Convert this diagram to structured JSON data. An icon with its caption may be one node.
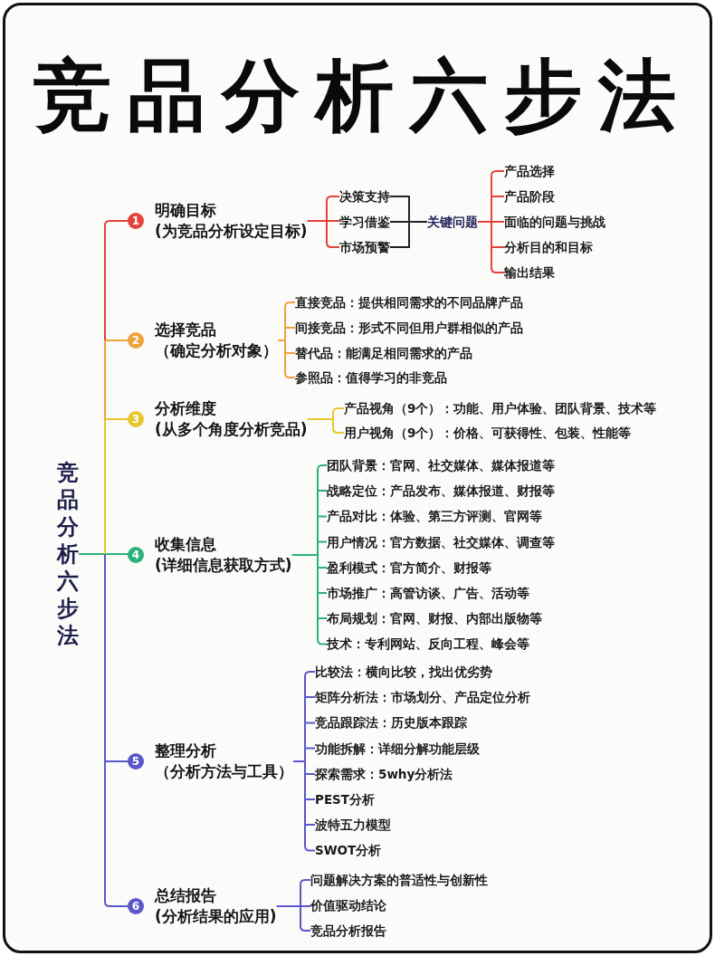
{
  "diagram": {
    "title": "竞品分析六步法",
    "nodes": [
      {
        "text": [
          "竞品分析六步法"
        ]
      },
      {
        "text": [
          "1",
          "明确目标",
          "(为竞品分析设定目标)"
        ]
      },
      {
        "text": [
          "决策支持"
        ]
      },
      {
        "text": [
          "学习借鉴"
        ]
      },
      {
        "text": [
          "市场预警"
        ]
      },
      {
        "text": [
          "关键问题"
        ]
      },
      {
        "text": [
          "产品选择"
        ]
      },
      {
        "text": [
          "产品阶段"
        ]
      },
      {
        "text": [
          "面临的问题与挑战"
        ]
      },
      {
        "text": [
          "分析目的和目标"
        ]
      },
      {
        "text": [
          "输出结果"
        ]
      },
      {
        "text": [
          "2",
          "选择竞品",
          "（确定分析对象）"
        ]
      },
      {
        "text": [
          "直接竞品：提供相同需求的不同品牌产品"
        ]
      },
      {
        "text": [
          "间接竞品：形式不同但用户群相似的产品"
        ]
      },
      {
        "text": [
          "替代品：能满足相同需求的产品"
        ]
      },
      {
        "text": [
          "参照品：值得学习的非竞品"
        ]
      },
      {
        "text": [
          "3",
          "分析维度",
          "(从多个角度分析竞品)"
        ]
      },
      {
        "text": [
          "产品视角（9个）：功能、用户体验、团队背景、技术等"
        ]
      },
      {
        "text": [
          "用户视角（9个）：价格、可获得性、包装、性能等"
        ]
      },
      {
        "text": [
          "4",
          "收集信息",
          "(详细信息获取方式)"
        ]
      },
      {
        "text": [
          "团队背景：官网、社交媒体、媒体报道等"
        ]
      },
      {
        "text": [
          "战略定位：产品发布、媒体报道、财报等"
        ]
      },
      {
        "text": [
          "产品对比：体验、第三方评测、官网等"
        ]
      },
      {
        "text": [
          "用户情况：官方数据、社交媒体、调查等"
        ]
      },
      {
        "text": [
          "盈利模式：官方简介、财报等"
        ]
      },
      {
        "text": [
          "市场推广：高管访谈、广告、活动等"
        ]
      },
      {
        "text": [
          "布局规划：官网、财报、内部出版物等"
        ]
      },
      {
        "text": [
          "技术：专利网站、反向工程、峰会等"
        ]
      },
      {
        "text": [
          "5",
          "整理分析",
          "（分析方法与工具）"
        ]
      },
      {
        "text": [
          "比较法：横向比较，找出优劣势"
        ]
      },
      {
        "text": [
          "矩阵分析法：市场划分、产品定位分析"
        ]
      },
      {
        "text": [
          "竞品跟踪法：历史版本跟踪"
        ]
      },
      {
        "text": [
          "功能拆解：详细分解功能层级"
        ]
      },
      {
        "text": [
          "探索需求：5why分析法"
        ]
      },
      {
        "text": [
          "PEST分析"
        ]
      },
      {
        "text": [
          "波特五力模型"
        ]
      },
      {
        "text": [
          "SWOT分析"
        ]
      },
      {
        "text": [
          "6",
          "总结报告",
          "(分析结果的应用)"
        ]
      },
      {
        "text": [
          "问题解决方案的普适性与创新性"
        ]
      },
      {
        "text": [
          "价值驱动结论"
        ]
      },
      {
        "text": [
          "竞品分析报告"
        ]
      }
    ],
    "edges": [
      {
        "from": 0,
        "to": 1,
        "arrow": "none",
        "color": "#e4423b"
      },
      {
        "from": 0,
        "to": 11,
        "arrow": "none",
        "color": "#f0a23c"
      },
      {
        "from": 0,
        "to": 16,
        "arrow": "none",
        "color": "#e8c62e"
      },
      {
        "from": 0,
        "to": 19,
        "arrow": "none",
        "color": "#2bb27b"
      },
      {
        "from": 0,
        "to": 28,
        "arrow": "none",
        "color": "#5a57c9"
      },
      {
        "from": 0,
        "to": 37,
        "arrow": "none",
        "color": "#5a57c9"
      },
      {
        "from": 1,
        "to": 2,
        "arrow": "none",
        "color": "#e4423b"
      },
      {
        "from": 1,
        "to": 3,
        "arrow": "none",
        "color": "#e4423b"
      },
      {
        "from": 1,
        "to": 4,
        "arrow": "none",
        "color": "#e4423b"
      },
      {
        "from": 2,
        "to": 5,
        "arrow": "none",
        "color": "#222222"
      },
      {
        "from": 3,
        "to": 5,
        "arrow": "none",
        "color": "#222222"
      },
      {
        "from": 4,
        "to": 5,
        "arrow": "none",
        "color": "#222222"
      },
      {
        "from": 5,
        "to": 6,
        "arrow": "none",
        "color": "#e4423b"
      },
      {
        "from": 5,
        "to": 7,
        "arrow": "none",
        "color": "#e4423b"
      },
      {
        "from": 5,
        "to": 8,
        "arrow": "none",
        "color": "#e4423b"
      },
      {
        "from": 5,
        "to": 9,
        "arrow": "none",
        "color": "#e4423b"
      },
      {
        "from": 5,
        "to": 10,
        "arrow": "none",
        "color": "#e4423b"
      },
      {
        "from": 11,
        "to": 12,
        "arrow": "none",
        "color": "#f0a23c"
      },
      {
        "from": 11,
        "to": 13,
        "arrow": "none",
        "color": "#f0a23c"
      },
      {
        "from": 11,
        "to": 14,
        "arrow": "none",
        "color": "#f0a23c"
      },
      {
        "from": 11,
        "to": 15,
        "arrow": "none",
        "color": "#f0a23c"
      },
      {
        "from": 16,
        "to": 17,
        "arrow": "none",
        "color": "#e8c62e"
      },
      {
        "from": 16,
        "to": 18,
        "arrow": "none",
        "color": "#e8c62e"
      },
      {
        "from": 19,
        "to": 20,
        "arrow": "none",
        "color": "#2bb27b"
      },
      {
        "from": 19,
        "to": 21,
        "arrow": "none",
        "color": "#2bb27b"
      },
      {
        "from": 19,
        "to": 22,
        "arrow": "none",
        "color": "#2bb27b"
      },
      {
        "from": 19,
        "to": 23,
        "arrow": "none",
        "color": "#2bb27b"
      },
      {
        "from": 19,
        "to": 24,
        "arrow": "none",
        "color": "#2bb27b"
      },
      {
        "from": 19,
        "to": 25,
        "arrow": "none",
        "color": "#2bb27b"
      },
      {
        "from": 19,
        "to": 26,
        "arrow": "none",
        "color": "#2bb27b"
      },
      {
        "from": 19,
        "to": 27,
        "arrow": "none",
        "color": "#2bb27b"
      },
      {
        "from": 28,
        "to": 29,
        "arrow": "none",
        "color": "#5a57c9"
      },
      {
        "from": 28,
        "to": 30,
        "arrow": "none",
        "color": "#5a57c9"
      },
      {
        "from": 28,
        "to": 31,
        "arrow": "none",
        "color": "#5a57c9"
      },
      {
        "from": 28,
        "to": 32,
        "arrow": "none",
        "color": "#5a57c9"
      },
      {
        "from": 28,
        "to": 33,
        "arrow": "none",
        "color": "#5a57c9"
      },
      {
        "from": 28,
        "to": 34,
        "arrow": "none",
        "color": "#5a57c9"
      },
      {
        "from": 28,
        "to": 35,
        "arrow": "none",
        "color": "#5a57c9"
      },
      {
        "from": 28,
        "to": 36,
        "arrow": "none",
        "color": "#5a57c9"
      },
      {
        "from": 37,
        "to": 38,
        "arrow": "none",
        "color": "#5a57c9"
      },
      {
        "from": 37,
        "to": 39,
        "arrow": "none",
        "color": "#5a57c9"
      },
      {
        "from": 37,
        "to": 40,
        "arrow": "none",
        "color": "#5a57c9"
      }
    ]
  }
}
